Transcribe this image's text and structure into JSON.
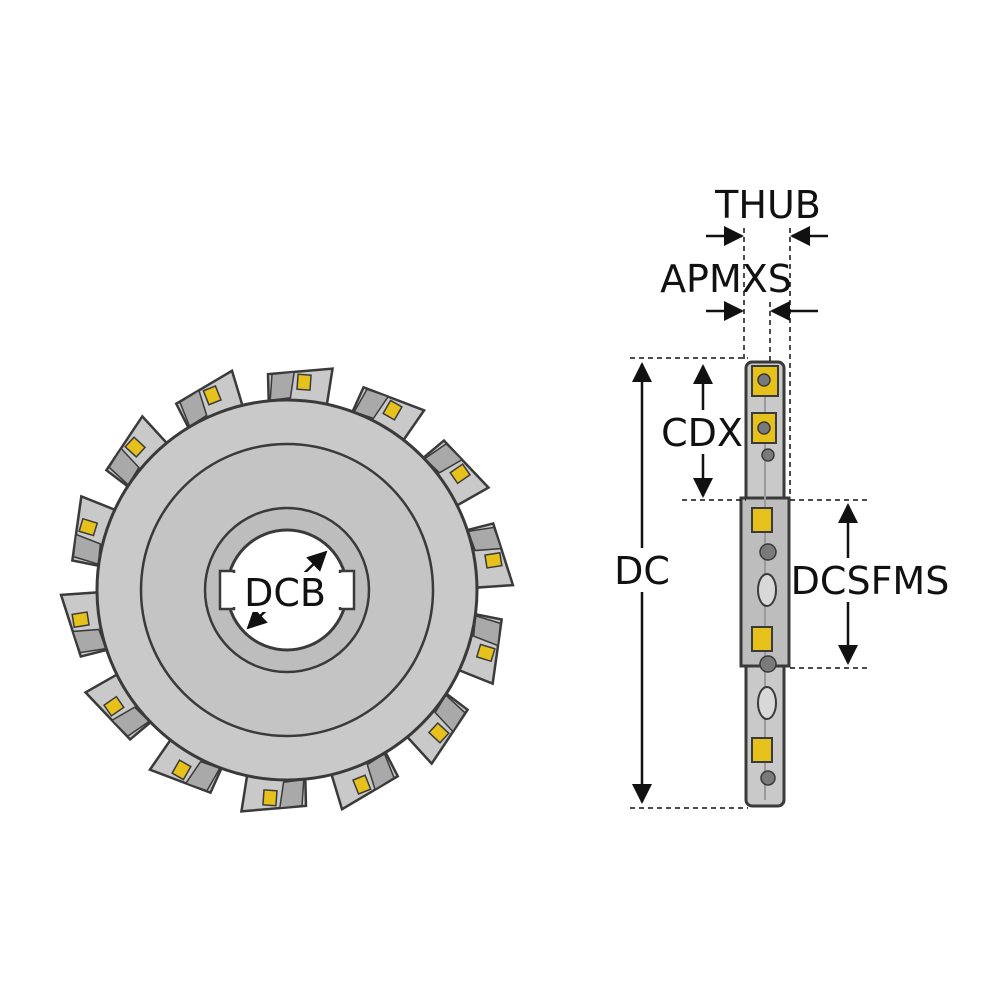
{
  "labels": {
    "thub": "THUB",
    "apmxs": "APMXS",
    "cdx": "CDX",
    "dc": "DC",
    "dcsfms": "DCSFMS",
    "dcb": "DCB"
  },
  "colors": {
    "body": "#c9c9c9",
    "body_dark": "#a9a9a9",
    "outline": "#3a3a3a",
    "insert": "#e7c11b",
    "screw": "#7a7a7a",
    "line": "#111111"
  },
  "cutter": {
    "tooth_count": 14
  }
}
